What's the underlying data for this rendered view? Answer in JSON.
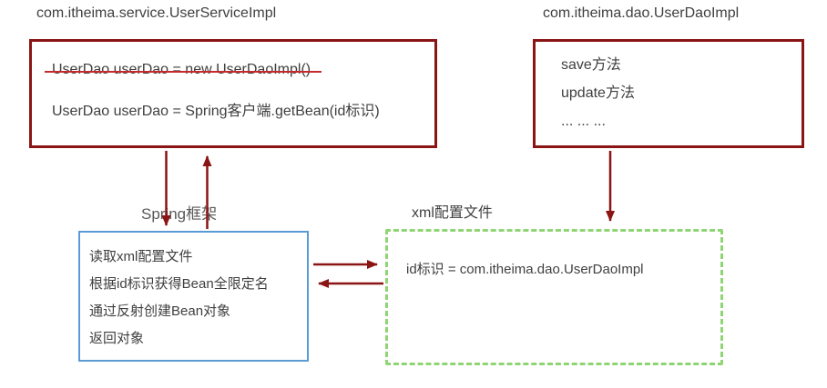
{
  "colors": {
    "dark_red": "#8B1414",
    "strike_red": "#C42B2B",
    "blue": "#5B9BD5",
    "green": "#90D573",
    "text": "#3F3F3F",
    "label_gray": "#595959"
  },
  "service_class": {
    "title": "com.itheima.service.UserServiceImpl",
    "old_code": "UserDao userDao = new UserDaoImpl()",
    "new_code": "UserDao userDao = Spring客户端.getBean(id标识)"
  },
  "dao_class": {
    "title": "com.itheima.dao.UserDaoImpl",
    "methods": [
      "save方法",
      "update方法",
      "... ... ..."
    ]
  },
  "spring_framework": {
    "label": "Spring框架",
    "steps": [
      "读取xml配置文件",
      "根据id标识获得Bean全限定名",
      "通过反射创建Bean对象",
      "返回对象"
    ]
  },
  "xml_config": {
    "label": "xml配置文件",
    "content": "id标识 = com.itheima.dao.UserDaoImpl"
  }
}
